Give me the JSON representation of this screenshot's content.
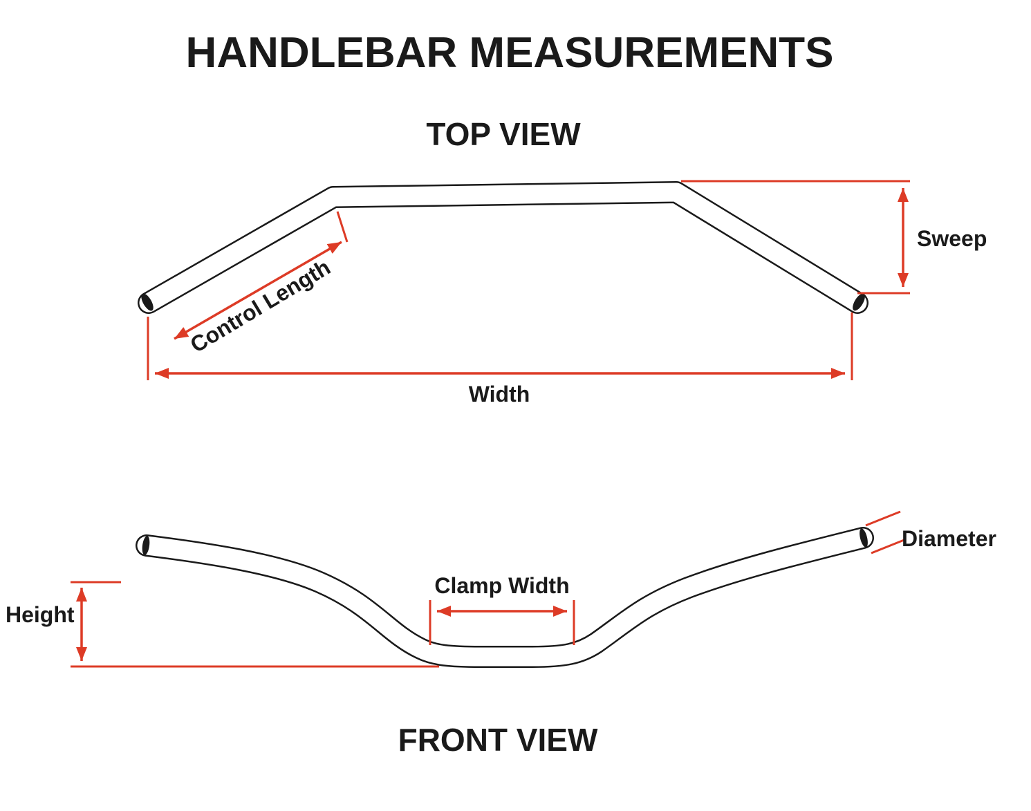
{
  "title": "HANDLEBAR MEASUREMENTS",
  "top_view": {
    "heading": "TOP VIEW",
    "labels": {
      "control_length": "Control Length",
      "sweep": "Sweep",
      "width": "Width"
    }
  },
  "front_view": {
    "heading": "FRONT VIEW",
    "labels": {
      "height": "Height",
      "clamp_width": "Clamp Width",
      "diameter": "Diameter"
    }
  },
  "colors": {
    "accent": "#dd3b26",
    "line": "#1a1a1a",
    "background": "#ffffff"
  }
}
